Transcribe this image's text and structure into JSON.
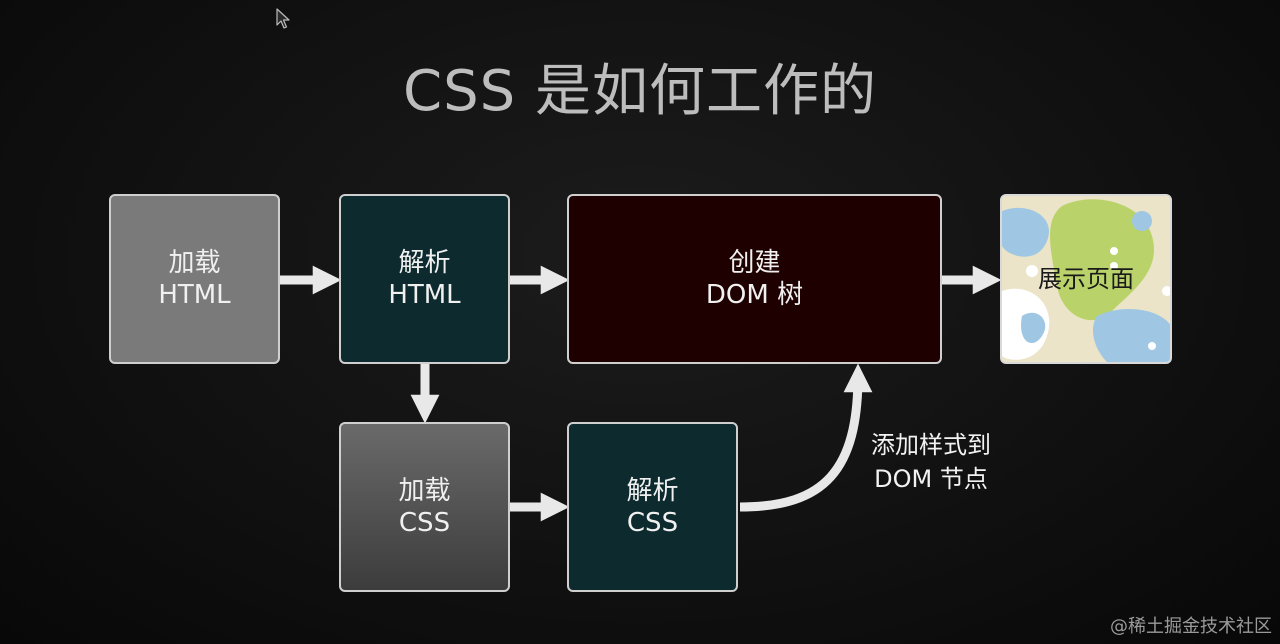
{
  "title": "CSS 是如何工作的",
  "boxes": {
    "load_html": {
      "line1": "加载",
      "line2": "HTML"
    },
    "parse_html": {
      "line1": "解析",
      "line2": "HTML"
    },
    "create_dom": {
      "line1": "创建",
      "line2": "DOM 树"
    },
    "display_page": {
      "label": "展示页面"
    },
    "load_css": {
      "line1": "加载",
      "line2": "CSS"
    },
    "parse_css": {
      "line1": "解析",
      "line2": "CSS"
    }
  },
  "edge_label": {
    "line1": "添加样式到",
    "line2": "DOM 节点"
  },
  "watermark": "@稀土掘金技术社区",
  "colors": {
    "background": "#0d0d0d",
    "load_box": "#7a7a7a",
    "parse_box": "#0d2a2e",
    "dom_box": "#1e0000",
    "arrow": "#e8e8e8",
    "border": "#cfcfcf"
  },
  "icons": {
    "cursor": "mouse-pointer-icon"
  }
}
